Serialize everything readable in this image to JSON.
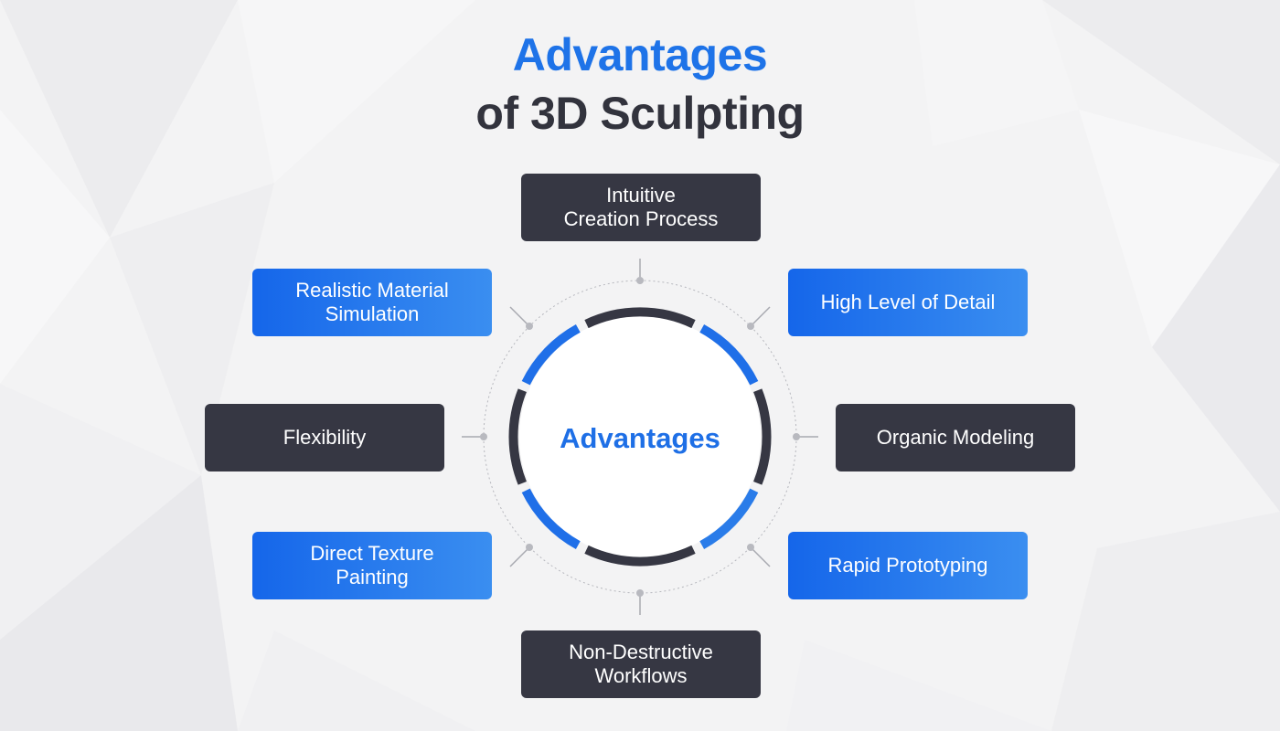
{
  "title": {
    "line1": "Advantages",
    "line2": "of 3D Sculpting"
  },
  "center": {
    "label": "Advantages"
  },
  "items": {
    "top": "Intuitive\nCreation Process",
    "top_right": "High Level of Detail",
    "right": "Organic Modeling",
    "bottom_right": "Rapid Prototyping",
    "bottom": "Non-Destructive\nWorkflows",
    "bottom_left": "Direct Texture\nPainting",
    "left": "Flexibility",
    "top_left": "Realistic Material\nSimulation"
  },
  "colors": {
    "accent_blue": "#1e73e8",
    "dark": "#363743",
    "background": "#f3f3f4"
  }
}
